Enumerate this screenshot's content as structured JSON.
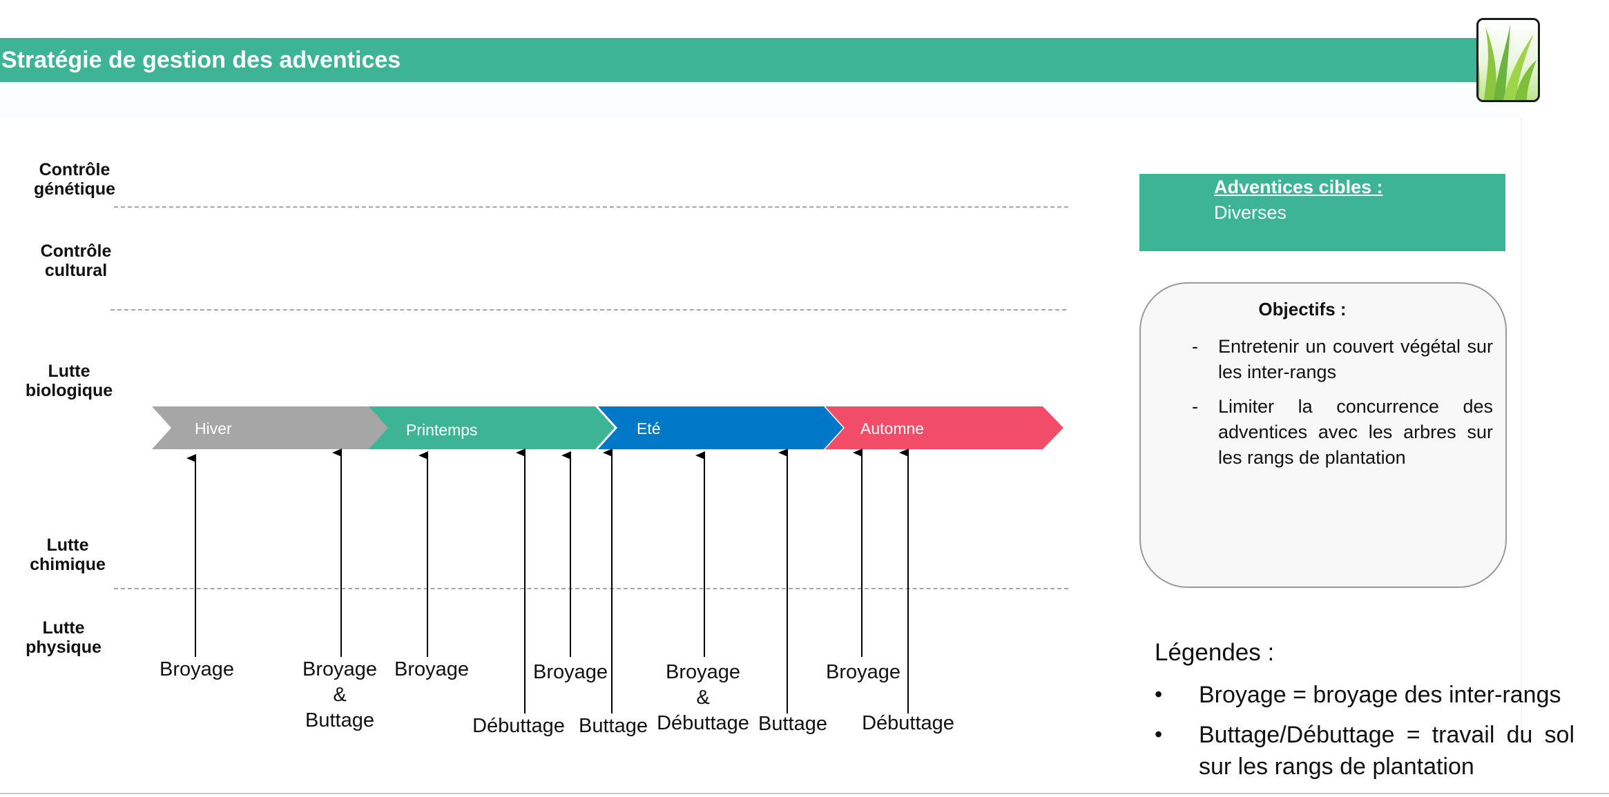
{
  "header": {
    "title": "Stratégie de gestion des adventices",
    "logo_icon": "grass-logo-icon"
  },
  "rows": [
    {
      "line1": "Contrôle",
      "line2": "génétique"
    },
    {
      "line1": "Contrôle",
      "line2": "cultural"
    },
    {
      "line1": "Lutte",
      "line2": "biologique"
    },
    {
      "line1": "Lutte",
      "line2": "chimique"
    },
    {
      "line1": "Lutte",
      "line2": "physique"
    }
  ],
  "seasons": [
    {
      "label": "Hiver",
      "color": "#a6a6a6"
    },
    {
      "label": "Printemps",
      "color": "#3db495"
    },
    {
      "label": "Eté",
      "color": "#0078c8"
    },
    {
      "label": "Automne",
      "color": "#f24d68"
    }
  ],
  "interventions": {
    "broyage_1": "Broyage",
    "broyage_buttage_1": "Broyage",
    "broyage_buttage_2": "&",
    "broyage_buttage_3": "Buttage",
    "broyage_2": "Broyage",
    "debuttage_1": "Débuttage",
    "broyage_3": "Broyage",
    "buttage_1": "Buttage",
    "broyage_debuttage_1": "Broyage",
    "broyage_debuttage_2": "&",
    "broyage_debuttage_3": "Débuttage",
    "buttage_2": "Buttage",
    "broyage_4": "Broyage",
    "debuttage_2": "Débuttage"
  },
  "targets": {
    "title": "Adventices cibles :",
    "value": "Diverses"
  },
  "objectives": {
    "title": "Objectifs :",
    "items": [
      "Entretenir un couvert végétal sur les inter-rangs",
      "Limiter la concurrence des adventices avec les arbres sur les rangs de plantation"
    ]
  },
  "legend": {
    "title": "Légendes :",
    "items": [
      "Broyage = broyage des inter-rangs",
      "Buttage/Débuttage = travail du sol sur les rangs de plantation"
    ]
  }
}
